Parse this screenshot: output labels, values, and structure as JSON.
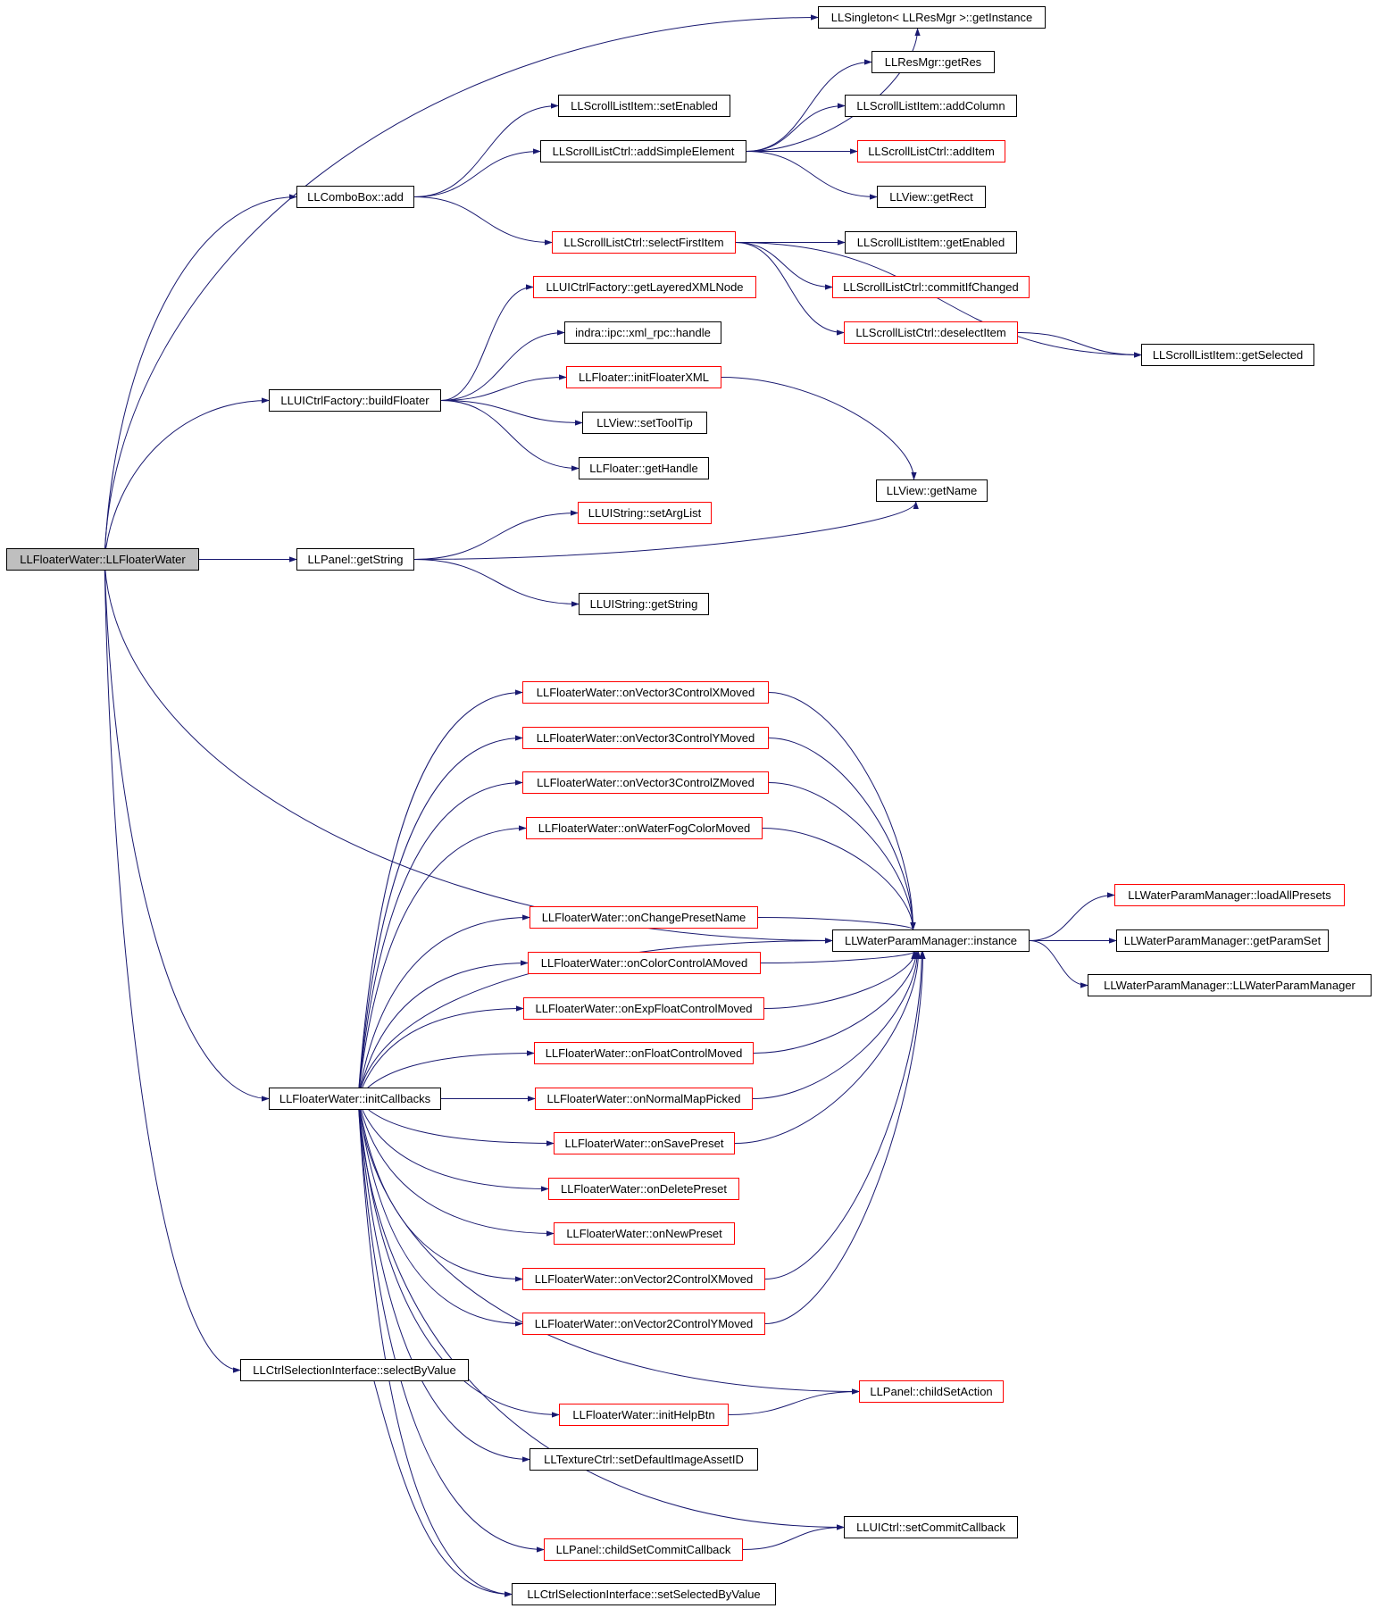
{
  "diagram": {
    "type": "call-graph",
    "colors": {
      "edge": "#191970",
      "node_border": "#000000",
      "truncated_node_border": "#ff0000",
      "root_fill": "#bfbfbf",
      "node_fill": "#ffffff"
    },
    "nodes": [
      {
        "id": "root",
        "label": "LLFloaterWater::LLFloaterWater",
        "kind": "root"
      },
      {
        "id": "singleton",
        "label": "LLSingleton< LLResMgr >::getInstance",
        "kind": "normal"
      },
      {
        "id": "sli_setEnabled",
        "label": "LLScrollListItem::setEnabled",
        "kind": "normal"
      },
      {
        "id": "getRes",
        "label": "LLResMgr::getRes",
        "kind": "normal"
      },
      {
        "id": "sli_addColumn",
        "label": "LLScrollListItem::addColumn",
        "kind": "normal"
      },
      {
        "id": "addSimpleElement",
        "label": "LLScrollListCtrl::addSimpleElement",
        "kind": "normal"
      },
      {
        "id": "addItem",
        "label": "LLScrollListCtrl::addItem",
        "kind": "truncated"
      },
      {
        "id": "combo_add",
        "label": "LLComboBox::add",
        "kind": "normal"
      },
      {
        "id": "getRect",
        "label": "LLView::getRect",
        "kind": "normal"
      },
      {
        "id": "selectFirstItem",
        "label": "LLScrollListCtrl::selectFirstItem",
        "kind": "truncated"
      },
      {
        "id": "getEnabled",
        "label": "LLScrollListItem::getEnabled",
        "kind": "normal"
      },
      {
        "id": "getLayeredXMLNode",
        "label": "LLUICtrlFactory::getLayeredXMLNode",
        "kind": "truncated"
      },
      {
        "id": "commitIfChanged",
        "label": "LLScrollListCtrl::commitIfChanged",
        "kind": "truncated"
      },
      {
        "id": "xml_rpc_handle",
        "label": "indra::ipc::xml_rpc::handle",
        "kind": "normal"
      },
      {
        "id": "deselectItem",
        "label": "LLScrollListCtrl::deselectItem",
        "kind": "truncated"
      },
      {
        "id": "getSelected",
        "label": "LLScrollListItem::getSelected",
        "kind": "normal"
      },
      {
        "id": "initFloaterXML",
        "label": "LLFloater::initFloaterXML",
        "kind": "truncated"
      },
      {
        "id": "buildFloater",
        "label": "LLUICtrlFactory::buildFloater",
        "kind": "normal"
      },
      {
        "id": "setToolTip",
        "label": "LLView::setToolTip",
        "kind": "normal"
      },
      {
        "id": "getHandle",
        "label": "LLFloater::getHandle",
        "kind": "normal"
      },
      {
        "id": "getName",
        "label": "LLView::getName",
        "kind": "normal"
      },
      {
        "id": "setArgList",
        "label": "LLUIString::setArgList",
        "kind": "truncated"
      },
      {
        "id": "panel_getString",
        "label": "LLPanel::getString",
        "kind": "normal"
      },
      {
        "id": "uistring_getString",
        "label": "LLUIString::getString",
        "kind": "normal"
      },
      {
        "id": "v3x",
        "label": "LLFloaterWater::onVector3ControlXMoved",
        "kind": "truncated"
      },
      {
        "id": "v3y",
        "label": "LLFloaterWater::onVector3ControlYMoved",
        "kind": "truncated"
      },
      {
        "id": "v3z",
        "label": "LLFloaterWater::onVector3ControlZMoved",
        "kind": "truncated"
      },
      {
        "id": "fogColor",
        "label": "LLFloaterWater::onWaterFogColorMoved",
        "kind": "truncated"
      },
      {
        "id": "loadAllPresets",
        "label": "LLWaterParamManager::loadAllPresets",
        "kind": "truncated"
      },
      {
        "id": "changePresetName",
        "label": "LLFloaterWater::onChangePresetName",
        "kind": "truncated"
      },
      {
        "id": "wpm_instance",
        "label": "LLWaterParamManager::instance",
        "kind": "normal"
      },
      {
        "id": "getParamSet",
        "label": "LLWaterParamManager::getParamSet",
        "kind": "normal"
      },
      {
        "id": "colorControlA",
        "label": "LLFloaterWater::onColorControlAMoved",
        "kind": "truncated"
      },
      {
        "id": "wpm_ctor",
        "label": "LLWaterParamManager::LLWaterParamManager",
        "kind": "normal"
      },
      {
        "id": "expFloat",
        "label": "LLFloaterWater::onExpFloatControlMoved",
        "kind": "truncated"
      },
      {
        "id": "floatControl",
        "label": "LLFloaterWater::onFloatControlMoved",
        "kind": "truncated"
      },
      {
        "id": "initCallbacks",
        "label": "LLFloaterWater::initCallbacks",
        "kind": "normal"
      },
      {
        "id": "normalMap",
        "label": "LLFloaterWater::onNormalMapPicked",
        "kind": "truncated"
      },
      {
        "id": "savePreset",
        "label": "LLFloaterWater::onSavePreset",
        "kind": "truncated"
      },
      {
        "id": "deletePreset",
        "label": "LLFloaterWater::onDeletePreset",
        "kind": "truncated"
      },
      {
        "id": "newPreset",
        "label": "LLFloaterWater::onNewPreset",
        "kind": "truncated"
      },
      {
        "id": "v2x",
        "label": "LLFloaterWater::onVector2ControlXMoved",
        "kind": "truncated"
      },
      {
        "id": "v2y",
        "label": "LLFloaterWater::onVector2ControlYMoved",
        "kind": "truncated"
      },
      {
        "id": "selectByValue",
        "label": "LLCtrlSelectionInterface::selectByValue",
        "kind": "normal"
      },
      {
        "id": "childSetAction",
        "label": "LLPanel::childSetAction",
        "kind": "truncated"
      },
      {
        "id": "initHelpBtn",
        "label": "LLFloaterWater::initHelpBtn",
        "kind": "truncated"
      },
      {
        "id": "setDefaultImageAssetID",
        "label": "LLTextureCtrl::setDefaultImageAssetID",
        "kind": "normal"
      },
      {
        "id": "setCommitCallback",
        "label": "LLUICtrl::setCommitCallback",
        "kind": "normal"
      },
      {
        "id": "childSetCommitCallback",
        "label": "LLPanel::childSetCommitCallback",
        "kind": "truncated"
      },
      {
        "id": "setSelectedByValue",
        "label": "LLCtrlSelectionInterface::setSelectedByValue",
        "kind": "normal"
      }
    ],
    "edges": [
      [
        "root",
        "singleton"
      ],
      [
        "root",
        "combo_add"
      ],
      [
        "root",
        "buildFloater"
      ],
      [
        "root",
        "panel_getString"
      ],
      [
        "root",
        "wpm_instance"
      ],
      [
        "root",
        "initCallbacks"
      ],
      [
        "root",
        "selectByValue"
      ],
      [
        "combo_add",
        "sli_setEnabled"
      ],
      [
        "combo_add",
        "addSimpleElement"
      ],
      [
        "combo_add",
        "selectFirstItem"
      ],
      [
        "addSimpleElement",
        "singleton"
      ],
      [
        "addSimpleElement",
        "getRes"
      ],
      [
        "addSimpleElement",
        "sli_addColumn"
      ],
      [
        "addSimpleElement",
        "addItem"
      ],
      [
        "addSimpleElement",
        "getRect"
      ],
      [
        "selectFirstItem",
        "getEnabled"
      ],
      [
        "selectFirstItem",
        "commitIfChanged"
      ],
      [
        "selectFirstItem",
        "deselectItem"
      ],
      [
        "selectFirstItem",
        "getSelected"
      ],
      [
        "deselectItem",
        "getSelected"
      ],
      [
        "buildFloater",
        "getLayeredXMLNode"
      ],
      [
        "buildFloater",
        "xml_rpc_handle"
      ],
      [
        "buildFloater",
        "initFloaterXML"
      ],
      [
        "buildFloater",
        "setToolTip"
      ],
      [
        "buildFloater",
        "getHandle"
      ],
      [
        "initFloaterXML",
        "getName"
      ],
      [
        "panel_getString",
        "setArgList"
      ],
      [
        "panel_getString",
        "getName"
      ],
      [
        "panel_getString",
        "uistring_getString"
      ],
      [
        "initCallbacks",
        "v3x"
      ],
      [
        "initCallbacks",
        "v3y"
      ],
      [
        "initCallbacks",
        "v3z"
      ],
      [
        "initCallbacks",
        "fogColor"
      ],
      [
        "initCallbacks",
        "wpm_instance"
      ],
      [
        "initCallbacks",
        "changePresetName"
      ],
      [
        "initCallbacks",
        "colorControlA"
      ],
      [
        "initCallbacks",
        "expFloat"
      ],
      [
        "initCallbacks",
        "floatControl"
      ],
      [
        "initCallbacks",
        "normalMap"
      ],
      [
        "initCallbacks",
        "savePreset"
      ],
      [
        "initCallbacks",
        "deletePreset"
      ],
      [
        "initCallbacks",
        "newPreset"
      ],
      [
        "initCallbacks",
        "v2x"
      ],
      [
        "initCallbacks",
        "v2y"
      ],
      [
        "initCallbacks",
        "childSetAction"
      ],
      [
        "initCallbacks",
        "initHelpBtn"
      ],
      [
        "initCallbacks",
        "setDefaultImageAssetID"
      ],
      [
        "initCallbacks",
        "setCommitCallback"
      ],
      [
        "initCallbacks",
        "childSetCommitCallback"
      ],
      [
        "initCallbacks",
        "setSelectedByValue"
      ],
      [
        "v3x",
        "wpm_instance"
      ],
      [
        "v3y",
        "wpm_instance"
      ],
      [
        "v3z",
        "wpm_instance"
      ],
      [
        "fogColor",
        "wpm_instance"
      ],
      [
        "changePresetName",
        "wpm_instance"
      ],
      [
        "colorControlA",
        "wpm_instance"
      ],
      [
        "expFloat",
        "wpm_instance"
      ],
      [
        "floatControl",
        "wpm_instance"
      ],
      [
        "normalMap",
        "wpm_instance"
      ],
      [
        "savePreset",
        "wpm_instance"
      ],
      [
        "v2x",
        "wpm_instance"
      ],
      [
        "v2y",
        "wpm_instance"
      ],
      [
        "wpm_instance",
        "loadAllPresets"
      ],
      [
        "wpm_instance",
        "getParamSet"
      ],
      [
        "wpm_instance",
        "wpm_ctor"
      ],
      [
        "initHelpBtn",
        "childSetAction"
      ],
      [
        "childSetCommitCallback",
        "setCommitCallback"
      ],
      [
        "selectByValue",
        "setSelectedByValue"
      ]
    ]
  }
}
